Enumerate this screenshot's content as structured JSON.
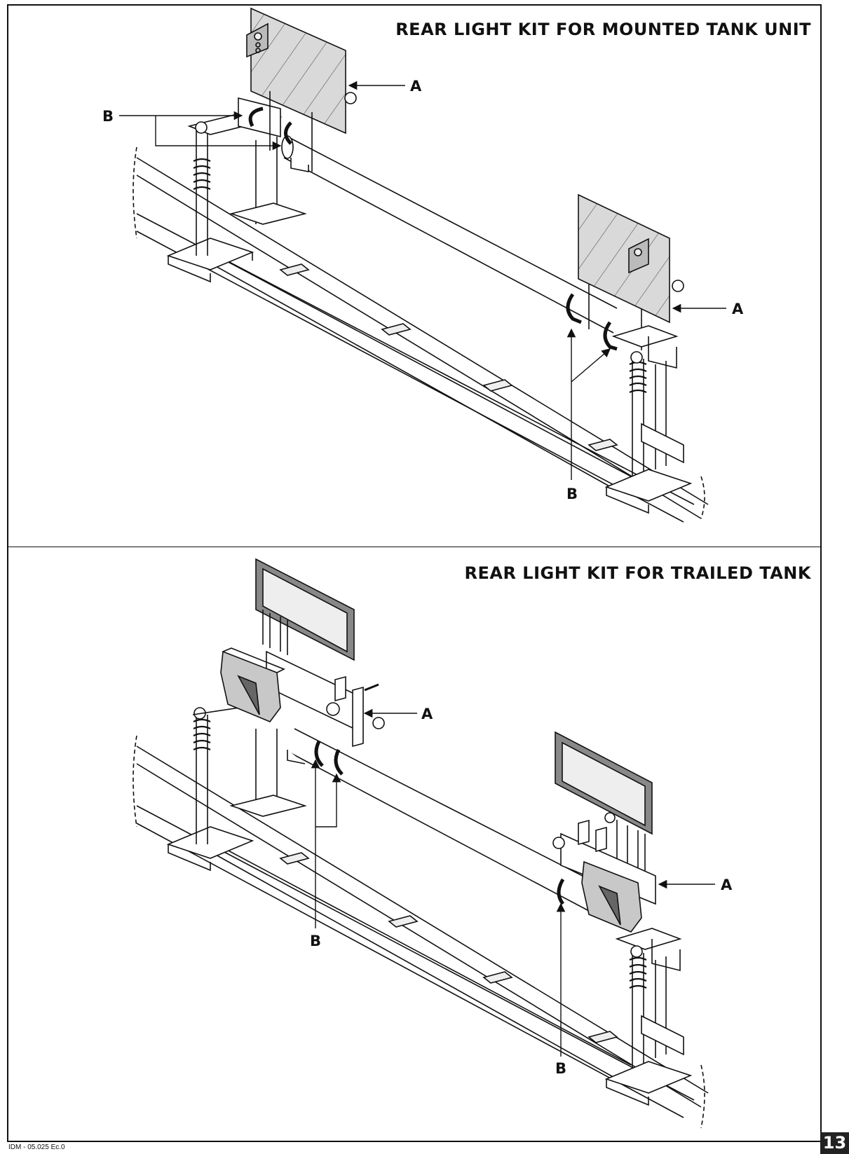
{
  "panels": [
    {
      "title": "REAR LIGHT KIT FOR MOUNTED TANK UNIT"
    },
    {
      "title": "REAR LIGHT KIT FOR TRAILED TANK"
    }
  ],
  "callouts": {
    "a": "A",
    "b": "B"
  },
  "footer": {
    "doc_code": "IDM - 05.025 Ec.0",
    "page_number": "13"
  }
}
